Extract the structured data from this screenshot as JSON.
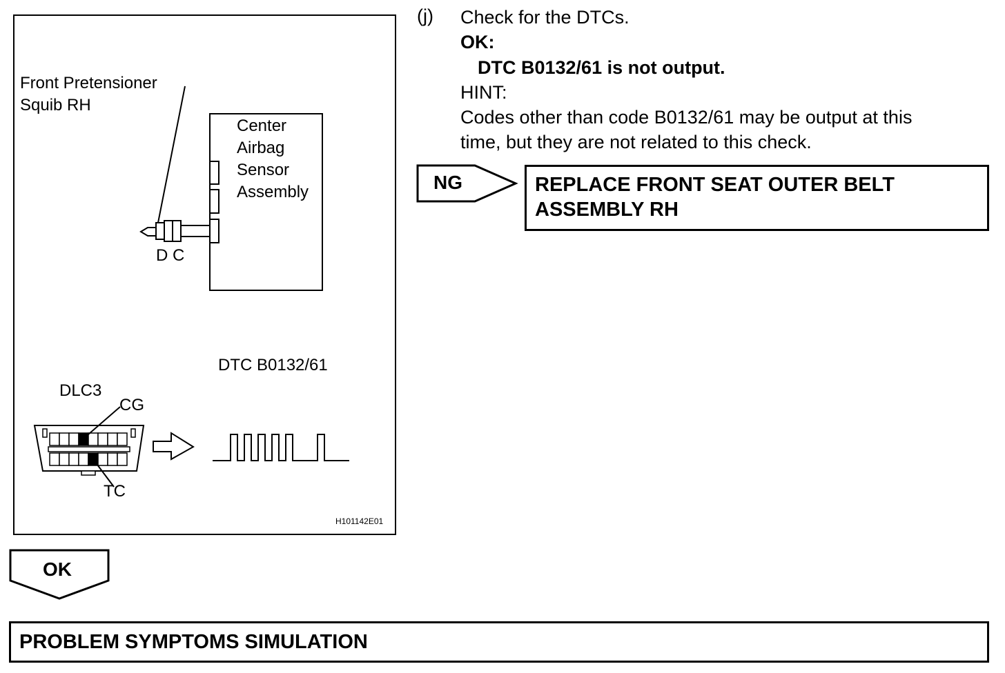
{
  "figure": {
    "labels": {
      "pretensioner": [
        "Front Pretensioner",
        "Squib RH"
      ],
      "sensor": [
        "Center",
        "Airbag",
        "Sensor",
        "Assembly"
      ],
      "connector": "D C",
      "dtc": "DTC B0132/61",
      "dlc": "DLC3",
      "cg": "CG",
      "tc": "TC"
    },
    "figure_id": "H101142E01"
  },
  "step": {
    "letter": "(j)",
    "title": "Check for the DTCs.",
    "ok_label": "OK:",
    "ok_result": "DTC B0132/61 is not output.",
    "hint_label": "HINT:",
    "hint_lines": [
      "Codes other than code B0132/61 may be output at this",
      "time, but they are not related to this check."
    ]
  },
  "ng_branch": {
    "label": "NG",
    "action_lines": [
      "REPLACE FRONT SEAT OUTER BELT",
      "ASSEMBLY RH"
    ]
  },
  "ok_branch": {
    "label": "OK"
  },
  "next_step": {
    "title": "PROBLEM SYMPTOMS SIMULATION"
  }
}
